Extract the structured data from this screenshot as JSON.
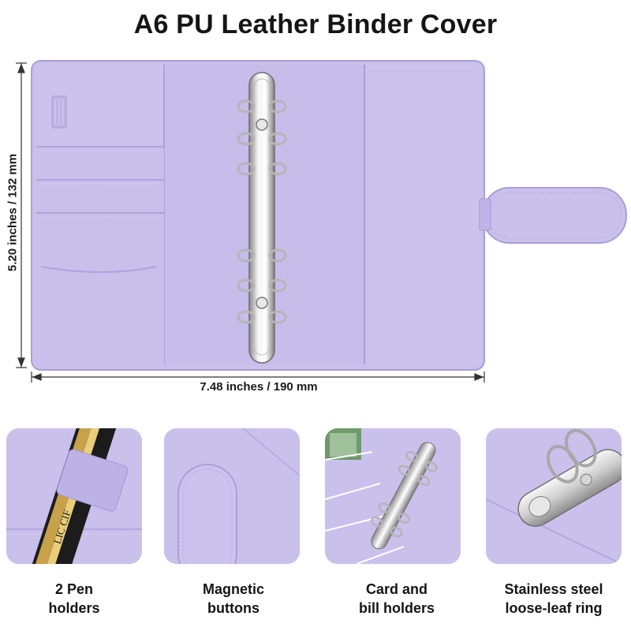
{
  "title": "A6 PU Leather Binder Cover",
  "dimensions": {
    "width_label": "7.48 inches / 190 mm",
    "height_label": "5.20 inches / 132 mm"
  },
  "features": [
    {
      "line1": "2 Pen",
      "line2": "holders",
      "icon": "pen-holder"
    },
    {
      "line1": "Magnetic",
      "line2": "buttons",
      "icon": "magnetic-button"
    },
    {
      "line1": "Card and",
      "line2": "bill holders",
      "icon": "card-holder"
    },
    {
      "line1": "Stainless steel",
      "line2": "loose-leaf ring",
      "icon": "binder-ring"
    }
  ],
  "colors": {
    "leather": "#c9c0ec",
    "leather_dark": "#a99fd6",
    "metal": "#d9d9d9",
    "text": "#151515"
  }
}
